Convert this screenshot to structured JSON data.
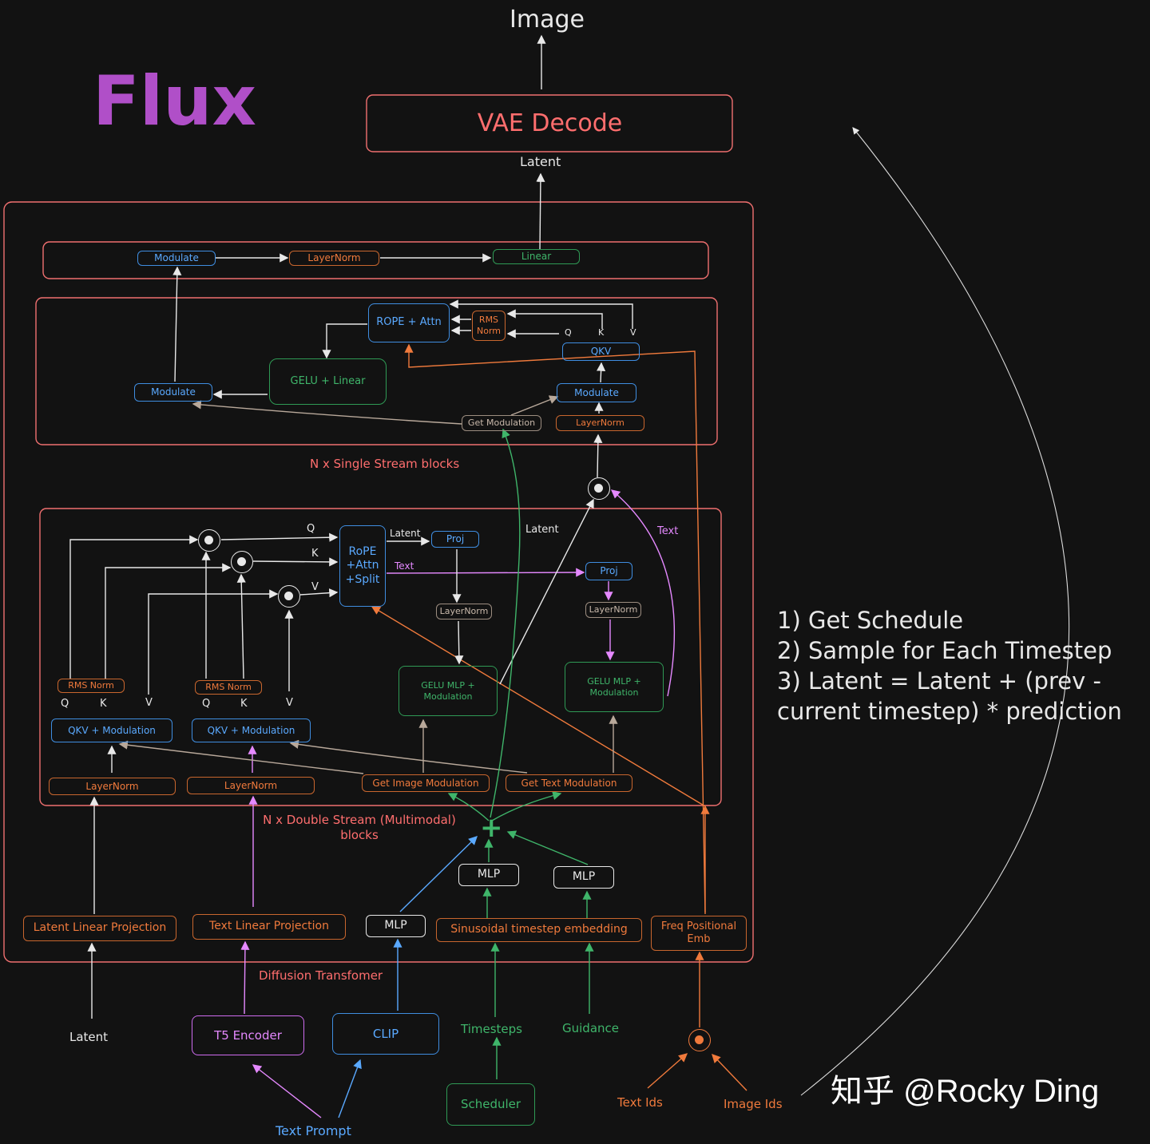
{
  "title": "Flux",
  "output_label": "Image",
  "vae_decode": "VAE Decode",
  "latent_top": "Latent",
  "colors": {
    "bg": "#121212",
    "white": "#e8e8e8",
    "orange": "#f07a3c",
    "blue": "#5aa9ff",
    "green": "#3fb56a",
    "purple": "#e589ff",
    "red": "#ff6e6e",
    "frame": "#f07070",
    "title": "#b04fc8"
  },
  "final_block": {
    "modulate": "Modulate",
    "layernorm": "LayerNorm",
    "linear": "Linear"
  },
  "single_stream": {
    "rope_attn": "ROPE + Attn",
    "rms_norm": "RMS\nNorm",
    "q": "Q",
    "k": "K",
    "v": "V",
    "qkv": "QKV",
    "gelu_linear": "GELU + Linear",
    "modulate_left": "Modulate",
    "modulate_right": "Modulate",
    "get_modulation": "Get Modulation",
    "layernorm": "LayerNorm",
    "caption": "N x Single Stream blocks"
  },
  "double_stream": {
    "rope_attn_split": "RoPE\n+Attn\n+Split",
    "q": "Q",
    "k": "K",
    "v": "V",
    "latent_label": "Latent",
    "text_label": "Text",
    "proj_latent": "Proj",
    "proj_text": "Proj",
    "layernorm_latent": "LayerNorm",
    "layernorm_text": "LayerNorm",
    "gelu_mlp_image": "GELU MLP +\nModulation",
    "gelu_mlp_text": "GELU MLP +\nModulation",
    "rms_norm_image": "RMS  Norm",
    "rms_norm_text": "RMS  Norm",
    "qkv_labels_image": [
      "Q",
      "K",
      "V"
    ],
    "qkv_labels_text": [
      "Q",
      "K",
      "V"
    ],
    "qkv_mod_image": "QKV + Modulation",
    "qkv_mod_text": "QKV + Modulation",
    "layernorm_image_in": "LayerNorm",
    "layernorm_text_in": "LayerNorm",
    "get_image_mod": "Get Image Modulation",
    "get_text_mod": "Get Text Modulation",
    "caption": "N x Double Stream (Multimodal)\nblocks"
  },
  "merge_latent": "Latent",
  "merge_text": "Text",
  "plus": "+",
  "mlp_left": "MLP",
  "mlp_right": "MLP",
  "inputs": {
    "latent_linear": "Latent Linear Projection",
    "text_linear": "Text Linear Projection",
    "mlp_clip": "MLP",
    "sinusoidal": "Sinusoidal timestep embedding",
    "freq_pos": "Freq Positional\nEmb"
  },
  "dit_caption": "Diffusion Transfomer",
  "sources": {
    "latent": "Latent",
    "t5": "T5 Encoder",
    "clip": "CLIP",
    "timesteps": "Timesteps",
    "guidance": "Guidance",
    "scheduler": "Scheduler",
    "text_prompt": "Text Prompt",
    "text_ids": "Text Ids",
    "image_ids": "Image Ids"
  },
  "sampling_notes": "1) Get Schedule\n2) Sample for Each Timestep\n3) Latent = Latent + (prev -\ncurrent timestep) * prediction",
  "watermark": "知乎 @Rocky Ding"
}
